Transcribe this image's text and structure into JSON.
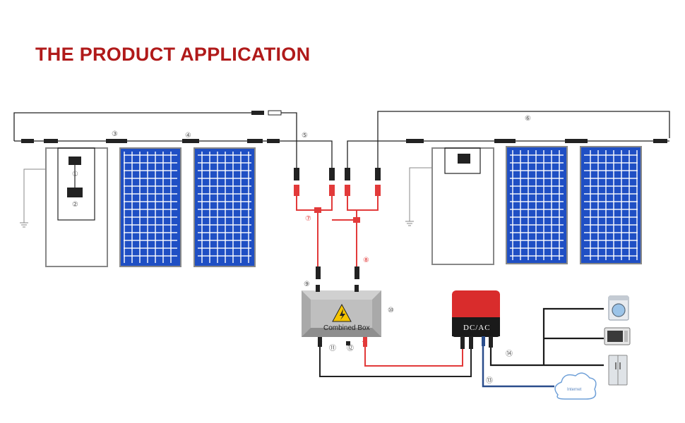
{
  "title": "THE PRODUCT APPLICATION",
  "labels": {
    "n1": "①",
    "n2": "②",
    "n3": "③",
    "n4": "④",
    "n5": "⑤",
    "n6": "⑥",
    "n7": "⑦",
    "n8": "⑧",
    "n9": "⑨",
    "n10": "⑩",
    "n11": "⑪",
    "n12": "⑫",
    "n13": "⑬",
    "n14": "⑭"
  },
  "combined_box": {
    "label": "Combined Box",
    "minus": "-",
    "plus": "+"
  },
  "inverter": {
    "label": "DC/AC"
  },
  "cloud": {
    "label": "Internet"
  },
  "colors": {
    "title": "#b01a1a",
    "panel": "#1f4fc4",
    "panel_grid": "#ffffff",
    "dc_red_wire": "#e23a3a",
    "ac_wire": "#1a1a1a",
    "comm_wire": "#2a4d8c",
    "inverter_red": "#d92c2c",
    "box_silver": "#a9a9a9",
    "warning_yellow": "#f5c400"
  },
  "icons": [
    "ground-icon",
    "junction-box-icon",
    "warning-triangle-icon",
    "washing-machine-icon",
    "microwave-icon",
    "refrigerator-icon",
    "cloud-icon"
  ]
}
